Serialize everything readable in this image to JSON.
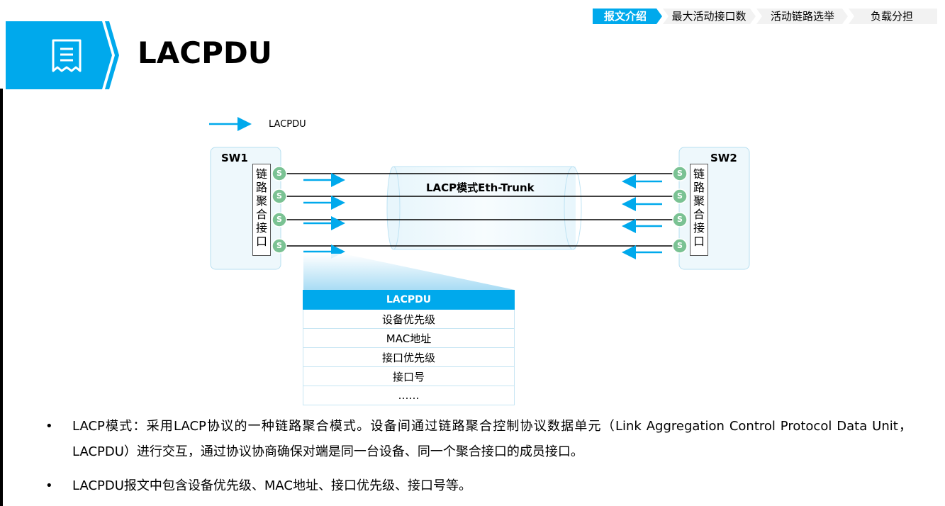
{
  "nav": {
    "items": [
      {
        "label": "报文介绍",
        "active": true
      },
      {
        "label": "最大活动接口数",
        "active": false
      },
      {
        "label": "活动链路选举",
        "active": false
      },
      {
        "label": "负载分担",
        "active": false
      }
    ]
  },
  "header": {
    "title": "LACPDU",
    "icon": "document-icon",
    "accent_color": "#00a9ec"
  },
  "diagram": {
    "legend_label": "LACPDU",
    "sw1_label": "SW1",
    "sw2_label": "SW2",
    "aggregate_interface_label": [
      "链",
      "路",
      "聚",
      "合",
      "接",
      "口"
    ],
    "port_label": "S",
    "trunk_label": "LACP模式Eth-Trunk",
    "lacpdu_fields": {
      "header": "LACPDU",
      "rows": [
        "设备优先级",
        "MAC地址",
        "接口优先级",
        "接口号",
        "……"
      ]
    }
  },
  "bullets": [
    {
      "text": "LACP模式：采用LACP协议的一种链路聚合模式。设备间通过链路聚合控制协议数据单元（Link Aggregation Control Protocol Data Unit，LACPDU）进行交互，通过协议协商确保对端是同一台设备、同一个聚合接口的成员接口。"
    },
    {
      "text": "LACPDU报文中包含设备优先级、MAC地址、接口优先级、接口号等。"
    }
  ],
  "bullet_marker": "•"
}
